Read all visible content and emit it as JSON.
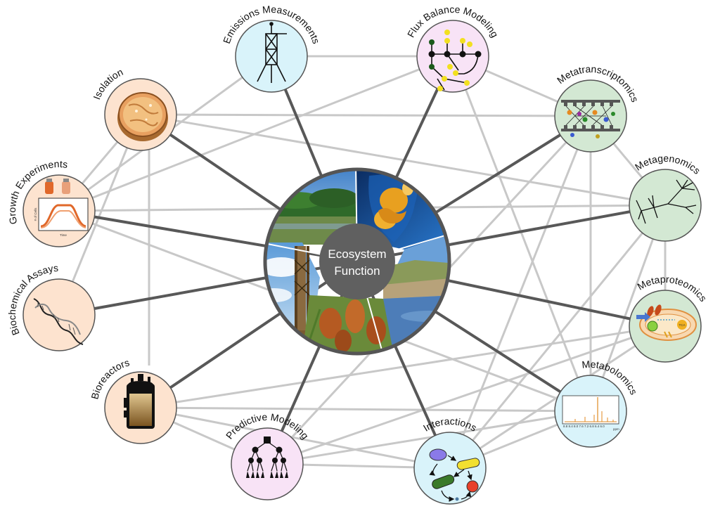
{
  "center": {
    "line1": "Ecosystem",
    "line2": "Function"
  },
  "nodes": [
    {
      "id": "emissions",
      "label": "Emissions Measurements",
      "color": "#d9f3fa"
    },
    {
      "id": "flux",
      "label": "Flux Balance Modeling",
      "color": "#f8e3f6"
    },
    {
      "id": "metatranscriptomics",
      "label": "Metatranscriptomics",
      "color": "#d3e8d3"
    },
    {
      "id": "metagenomics",
      "label": "Metagenomics",
      "color": "#d3e8d3"
    },
    {
      "id": "metaproteomics",
      "label": "Metaproteomics",
      "color": "#d3e8d3"
    },
    {
      "id": "metabolomics",
      "label": "Metabolomics",
      "color": "#d9f3fa"
    },
    {
      "id": "interactions",
      "label": "Interactions",
      "color": "#d9f3fa"
    },
    {
      "id": "predictive",
      "label": "Predictive Modeling",
      "color": "#f8e3f6"
    },
    {
      "id": "bioreactors",
      "label": "Bioreactors",
      "color": "#fde3cf"
    },
    {
      "id": "biochemical",
      "label": "Biochemical Assays",
      "color": "#fde3cf"
    },
    {
      "id": "growth",
      "label": "Growth Experiments",
      "color": "#fde3cf"
    },
    {
      "id": "isolation",
      "label": "Isolation",
      "color": "#fde3cf"
    }
  ],
  "icon_text": {
    "growth_y": "# of Cells",
    "growth_x": "Time",
    "metaproteomics_tca": "TCA",
    "metabolomics_x": "8.8 8.4 8.0 7.6 7.2 6.8 6.4 6.0",
    "metabolomics_unit": "ppm"
  },
  "icons": {
    "emissions": "tower-icon",
    "flux": "network-icon",
    "metatranscriptomics": "regulatory-network-icon",
    "metagenomics": "phylogenetic-tree-icon",
    "metaproteomics": "cell-icon",
    "metabolomics": "spectrum-icon",
    "interactions": "microbe-interaction-icon",
    "predictive": "decision-tree-icon",
    "bioreactors": "bioreactor-icon",
    "biochemical": "dna-icon",
    "growth": "growth-curve-icon",
    "isolation": "petri-dish-icon"
  }
}
